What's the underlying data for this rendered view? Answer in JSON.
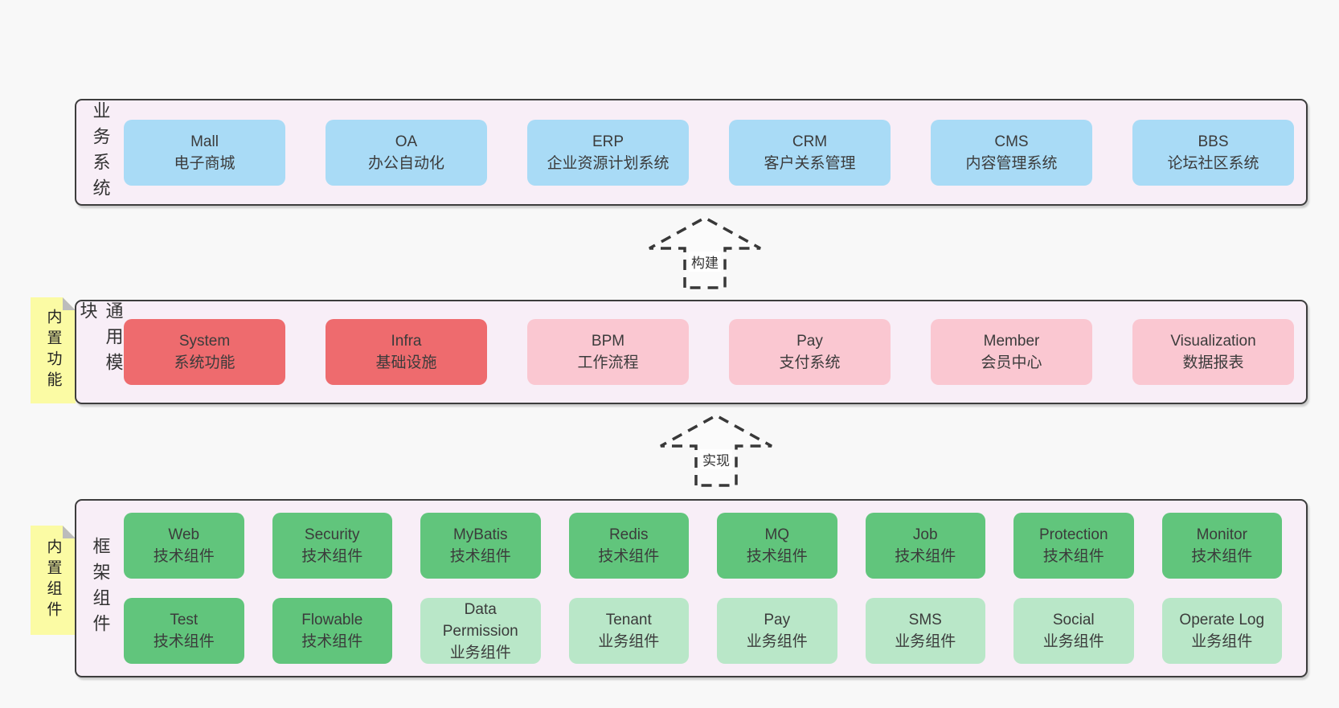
{
  "colors": {
    "page": "#f8f8f8",
    "container": "#f8eef7",
    "border": "#3d3d3d",
    "blue": "#a9dbf6",
    "red": "#ee6b6e",
    "pink": "#fac7d1",
    "green": "#61c57c",
    "lightgreen": "#b9e7c8",
    "sticky": "#fbfba4",
    "fold": "#bcbcbc"
  },
  "arrows": [
    {
      "label": "构建"
    },
    {
      "label": "实现"
    }
  ],
  "sections": [
    {
      "label": "业务系统",
      "sticky": null,
      "rows": [
        [
          {
            "title": "Mall",
            "sub": "电子商城",
            "variant": "blue"
          },
          {
            "title": "OA",
            "sub": "办公自动化",
            "variant": "blue"
          },
          {
            "title": "ERP",
            "sub": "企业资源计划系统",
            "variant": "blue"
          },
          {
            "title": "CRM",
            "sub": "客户关系管理",
            "variant": "blue"
          },
          {
            "title": "CMS",
            "sub": "内容管理系统",
            "variant": "blue"
          },
          {
            "title": "BBS",
            "sub": "论坛社区系统",
            "variant": "blue"
          }
        ]
      ]
    },
    {
      "label": "通用模块",
      "sticky": "内置功能",
      "rows": [
        [
          {
            "title": "System",
            "sub": "系统功能",
            "variant": "red"
          },
          {
            "title": "Infra",
            "sub": "基础设施",
            "variant": "red"
          },
          {
            "title": "BPM",
            "sub": "工作流程",
            "variant": "pink"
          },
          {
            "title": "Pay",
            "sub": "支付系统",
            "variant": "pink"
          },
          {
            "title": "Member",
            "sub": "会员中心",
            "variant": "pink"
          },
          {
            "title": "Visualization",
            "sub": "数据报表",
            "variant": "pink"
          }
        ]
      ]
    },
    {
      "label": "框架组件",
      "sticky": "内置组件",
      "rows": [
        [
          {
            "title": "Web",
            "sub": "技术组件",
            "variant": "green"
          },
          {
            "title": "Security",
            "sub": "技术组件",
            "variant": "green"
          },
          {
            "title": "MyBatis",
            "sub": "技术组件",
            "variant": "green"
          },
          {
            "title": "Redis",
            "sub": "技术组件",
            "variant": "green"
          },
          {
            "title": "MQ",
            "sub": "技术组件",
            "variant": "green"
          },
          {
            "title": "Job",
            "sub": "技术组件",
            "variant": "green"
          },
          {
            "title": "Protection",
            "sub": "技术组件",
            "variant": "green"
          },
          {
            "title": "Monitor",
            "sub": "技术组件",
            "variant": "green"
          }
        ],
        [
          {
            "title": "Test",
            "sub": "技术组件",
            "variant": "green"
          },
          {
            "title": "Flowable",
            "sub": "技术组件",
            "variant": "green"
          },
          {
            "title": "Data Permission",
            "sub": "业务组件",
            "variant": "lightgreen"
          },
          {
            "title": "Tenant",
            "sub": "业务组件",
            "variant": "lightgreen"
          },
          {
            "title": "Pay",
            "sub": "业务组件",
            "variant": "lightgreen"
          },
          {
            "title": "SMS",
            "sub": "业务组件",
            "variant": "lightgreen"
          },
          {
            "title": "Social",
            "sub": "业务组件",
            "variant": "lightgreen"
          },
          {
            "title": "Operate Log",
            "sub": "业务组件",
            "variant": "lightgreen"
          }
        ]
      ]
    }
  ]
}
